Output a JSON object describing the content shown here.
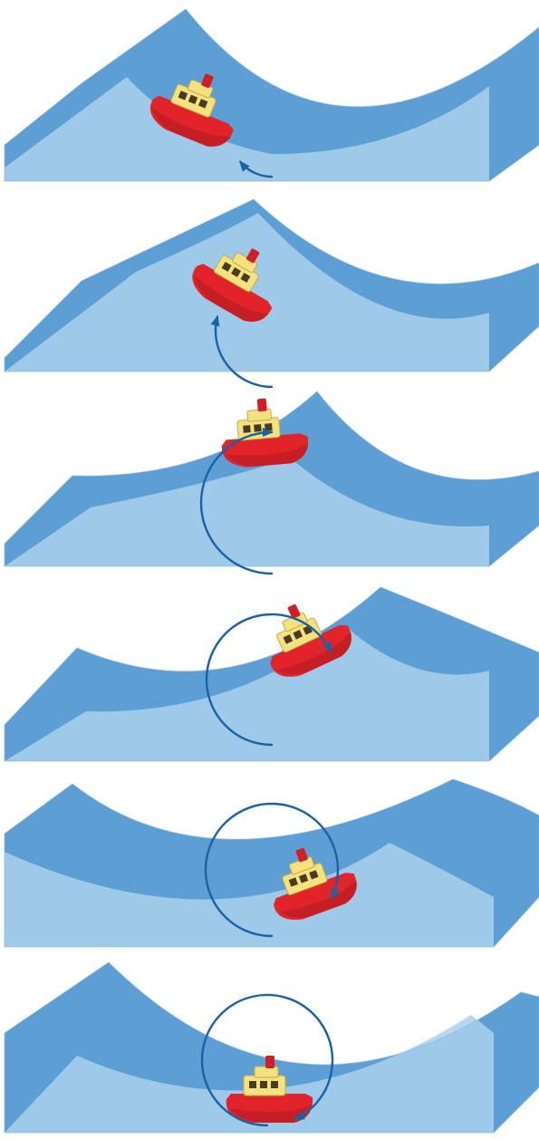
{
  "figure": {
    "panel_count": 6,
    "colors": {
      "background": "#ffffff",
      "wave_top": "#5d9fd4",
      "wave_highlight": "#7fb6e0",
      "wave_front": "#a9d0ec",
      "wave_side": "#8cc1e6",
      "arrow": "#1a62a6",
      "hull": "#e0242a",
      "hull_dark": "#a51b1f",
      "cabin": "#f3e27e",
      "window": "#4a3a20",
      "funnel": "#d11f26"
    },
    "icons": [
      "boat-icon",
      "arrow-icon"
    ]
  },
  "panels": [
    {
      "label": "",
      "arrow_turn_fraction": 0.14
    },
    {
      "label": "",
      "arrow_turn_fraction": 0.29
    },
    {
      "label": "",
      "arrow_turn_fraction": 0.5
    },
    {
      "label": "",
      "arrow_turn_fraction": 0.68
    },
    {
      "label": "",
      "arrow_turn_fraction": 0.82
    },
    {
      "label": "",
      "arrow_turn_fraction": 0.93
    }
  ]
}
